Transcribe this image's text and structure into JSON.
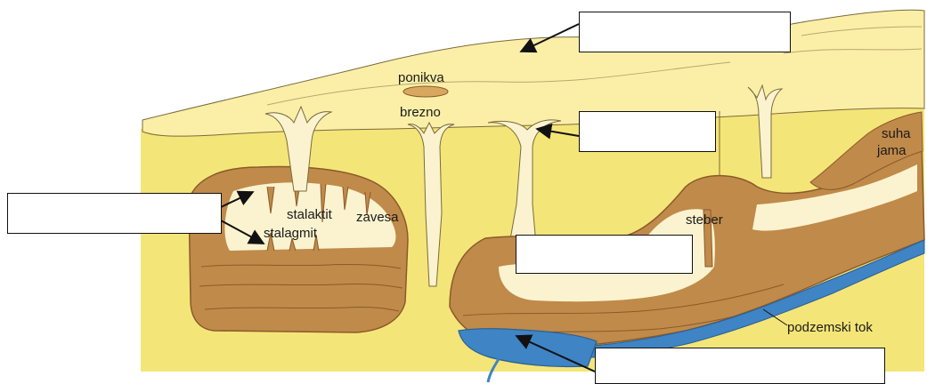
{
  "labels": {
    "ponikva": "ponikva",
    "brezno": "brezno",
    "stalaktit": "stalaktit",
    "stalagmit": "stalagmit",
    "zavesa": "zavesa",
    "steber": "steber",
    "suha_line1": "suha",
    "suha_line2": "jama",
    "podzemski_tok": "podzemski tok"
  },
  "answer_boxes": [
    {
      "id": "surface",
      "value": ""
    },
    {
      "id": "shaft",
      "value": ""
    },
    {
      "id": "formations",
      "value": ""
    },
    {
      "id": "cave-chamber",
      "value": ""
    },
    {
      "id": "lake",
      "value": ""
    }
  ],
  "colors": {
    "surface": "#fbefa8",
    "ground": "#f4e578",
    "rock": "#c08a4a",
    "rock_dark": "#8a5a2a",
    "shaft": "#fbf3cf",
    "water": "#3f84c4",
    "water_outline": "#2a5f96"
  }
}
